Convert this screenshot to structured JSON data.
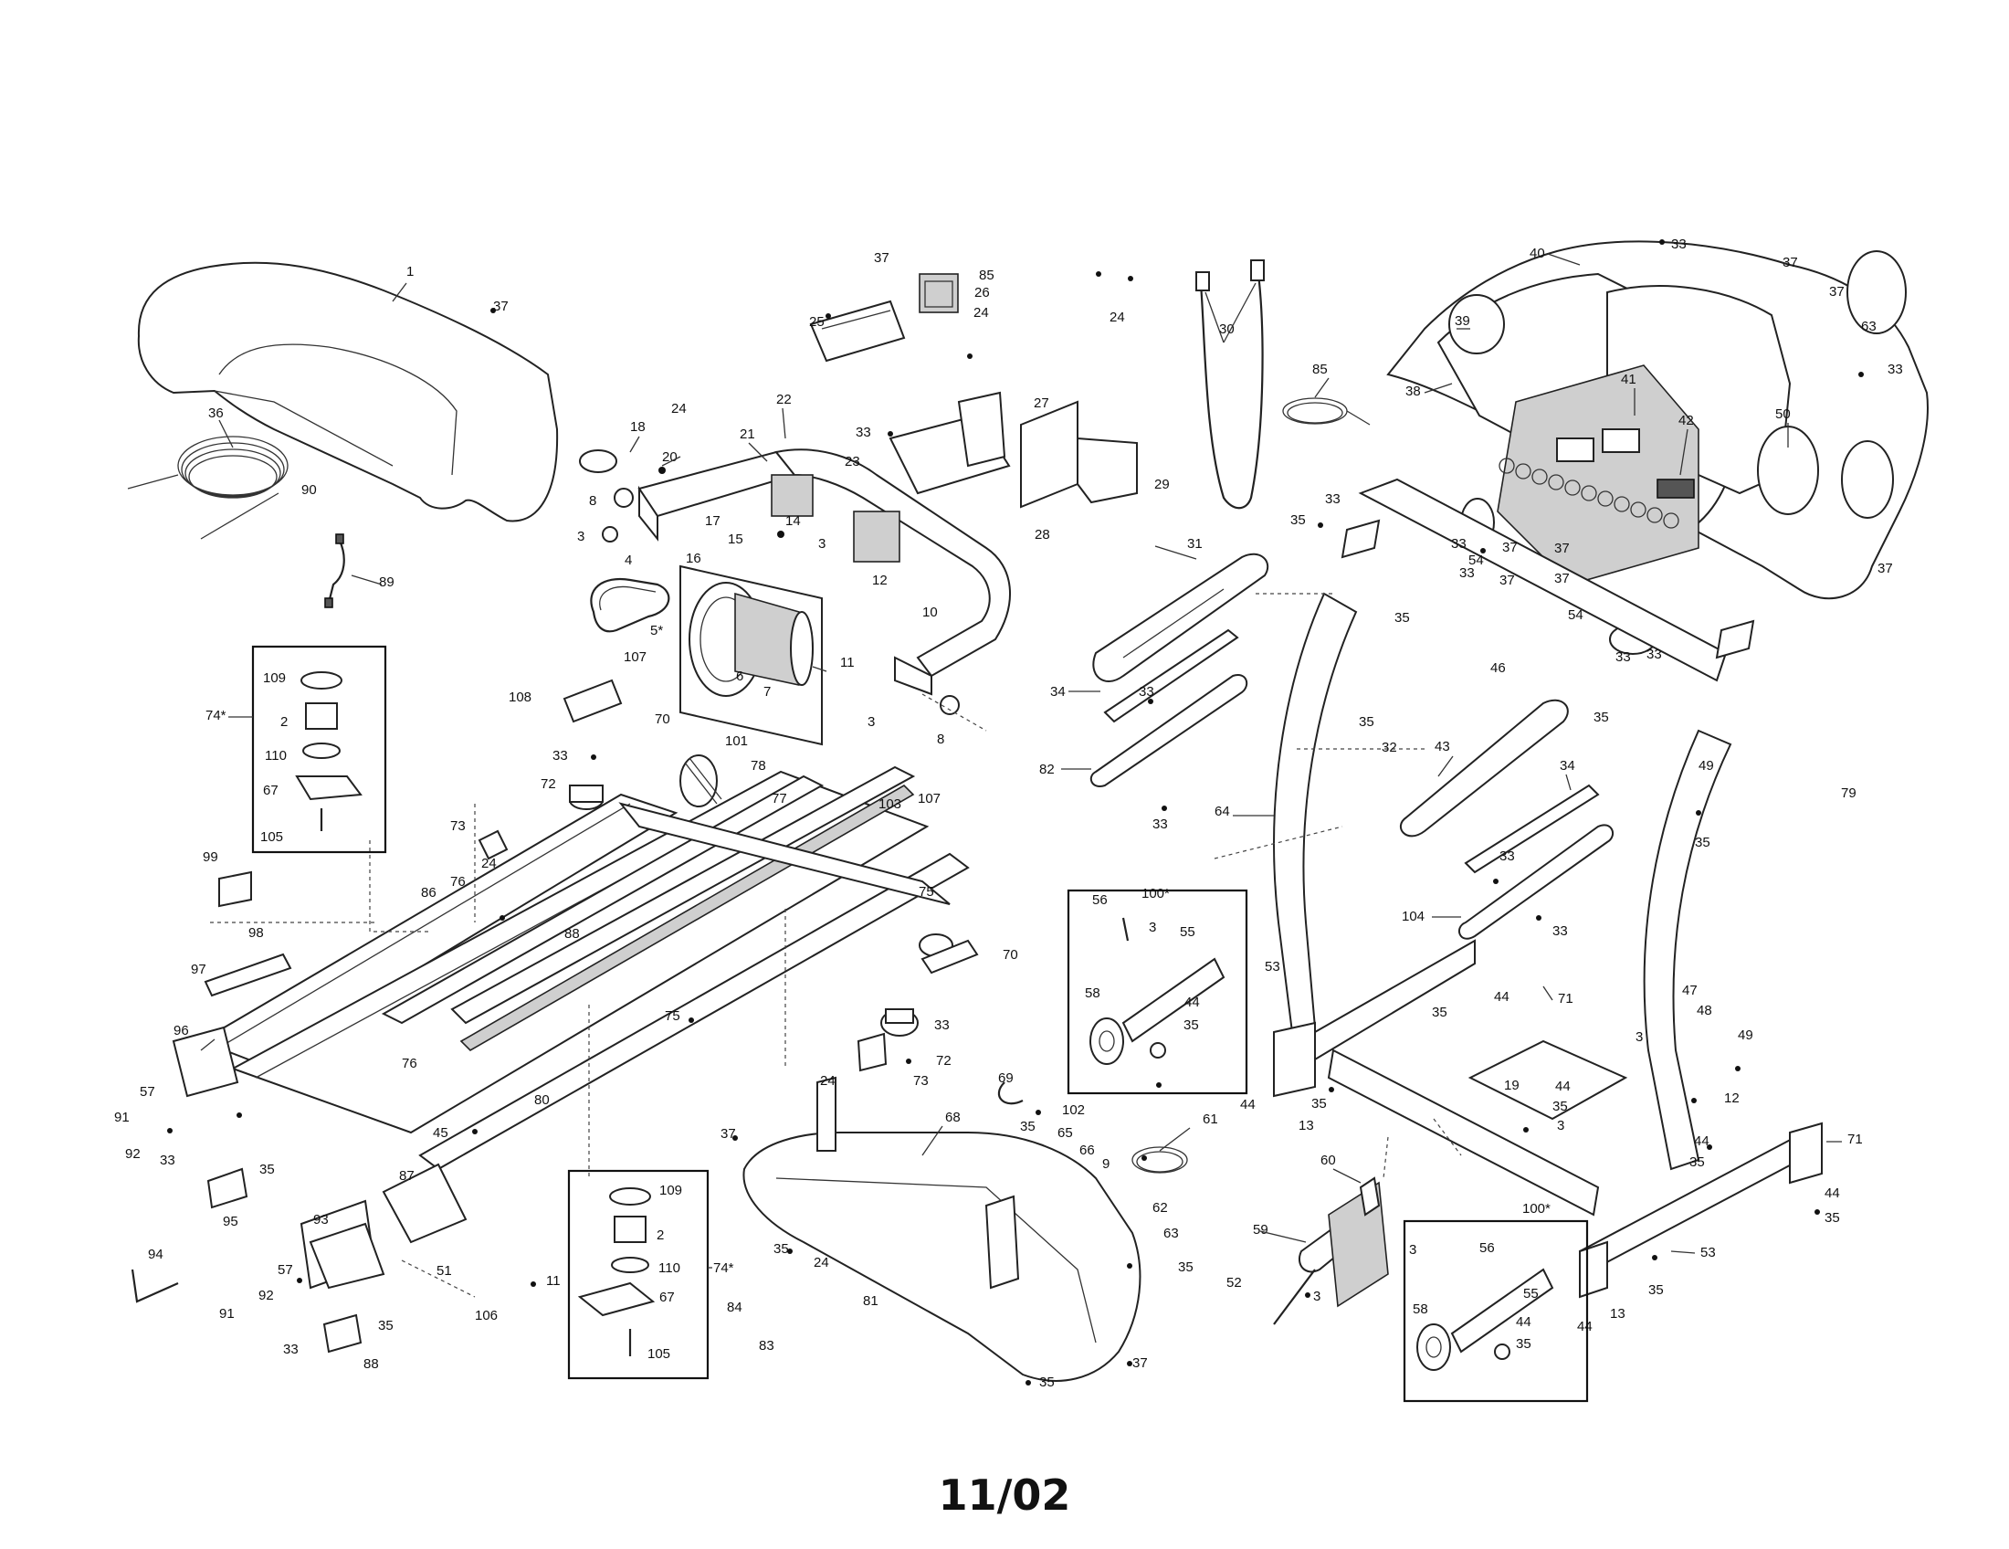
{
  "footer": {
    "date": "11/02"
  },
  "callouts": {
    "c1": "1",
    "c37a": "37",
    "c36": "36",
    "c90": "90",
    "c89": "89",
    "c18": "18",
    "c24a": "24",
    "c22": "22",
    "c21": "21",
    "c20": "20",
    "c8a": "8",
    "c3a": "3",
    "c17": "17",
    "c15": "15",
    "c14": "14",
    "c3b": "3",
    "c16": "16",
    "c4": "4",
    "c5": "5*",
    "c6": "6",
    "c7": "7",
    "c12a": "12",
    "c10": "10",
    "c11a": "11",
    "c3c": "3",
    "c8b": "8",
    "c37b": "37",
    "c85a": "85",
    "c25": "25",
    "c26": "26",
    "c24b": "24",
    "c33a": "33",
    "c23": "23",
    "c24c": "24",
    "c27": "27",
    "c28": "28",
    "c29": "29",
    "c30": "30",
    "c85b": "85",
    "c40": "40",
    "c33b": "33",
    "c37c": "37",
    "c39": "39",
    "c37d": "37",
    "c63a": "63",
    "c33c": "33",
    "c38": "38",
    "c41": "41",
    "c42": "42",
    "c50": "50",
    "c33d": "33",
    "c35a": "35",
    "c33e": "33",
    "c54a": "54",
    "c37e": "37",
    "c33f": "33",
    "c37f": "37",
    "c37g": "37",
    "c37h": "37",
    "c37i": "37",
    "c31": "31",
    "c35b": "35",
    "c46": "46",
    "c54b": "54",
    "c33g": "33",
    "c34a": "34",
    "c33h": "33",
    "c82": "82",
    "c33i": "33",
    "c35c": "35",
    "c32": "32",
    "c33j": "33",
    "c35d": "35",
    "c49a": "49",
    "c79": "79",
    "c43": "43",
    "c34b": "34",
    "c33k": "33",
    "c64": "64",
    "c35e": "35",
    "c104": "104",
    "c33l": "33",
    "c109a": "109",
    "c2a": "2",
    "c110a": "110",
    "c67a": "67",
    "c105a": "105",
    "c74a": "74*",
    "c107a": "107",
    "c108": "108",
    "c70a": "70",
    "c101": "101",
    "c78": "78",
    "c33m": "33",
    "c72a": "72",
    "c77": "77",
    "c103": "103",
    "c107b": "107",
    "c73a": "73",
    "c24d": "24",
    "c86a": "86",
    "c76a": "76",
    "c88a": "88",
    "c99": "99",
    "c98": "98",
    "c97": "97",
    "c75a": "75",
    "c70b": "70",
    "c96": "96",
    "c75b": "75",
    "c33n": "33",
    "c76b": "76",
    "c72b": "72",
    "c24e": "24",
    "c73b": "73",
    "c80": "80",
    "c45": "45",
    "c57a": "57",
    "c91a": "91",
    "c92a": "92",
    "c33o": "33",
    "c35f": "35",
    "c95": "95",
    "c94": "94",
    "c93": "93",
    "c57b": "57",
    "c92b": "92",
    "c91b": "91",
    "c33p": "33",
    "c35g": "35",
    "c88b": "88",
    "c87": "87",
    "c51": "51",
    "c11b": "11",
    "c106": "106",
    "c109b": "109",
    "c2b": "2",
    "c110b": "110",
    "c67b": "67",
    "c105b": "105",
    "c74b": "74*",
    "c37j": "37",
    "c68": "68",
    "c35h": "35",
    "c24f": "24",
    "c81": "81",
    "c84": "84",
    "c83": "83",
    "c69a": "69",
    "c35i": "35",
    "c102": "102",
    "c65": "65",
    "c66": "66",
    "c9": "9",
    "c61": "61",
    "c62": "62",
    "c63b": "63",
    "c35j": "35",
    "c37k": "37",
    "c35k": "35",
    "c100a": "100*",
    "c56a": "56",
    "c3d": "3",
    "c55a": "55",
    "c58a": "58",
    "c44a": "44",
    "c35l": "35",
    "c53a": "53",
    "c44b": "44",
    "c35m": "35",
    "c71a": "71",
    "c44c": "44",
    "c35n": "35",
    "c13a": "13",
    "c19": "19",
    "c44d": "44",
    "c35o": "35",
    "c3e": "3",
    "c47": "47",
    "c48": "48",
    "c49b": "49",
    "c3f": "3",
    "c12b": "12",
    "c44e": "44",
    "c35p": "35",
    "c71b": "71",
    "c44f": "44",
    "c35q": "35",
    "c60": "60",
    "c59": "59",
    "c52": "52",
    "c3g": "3",
    "c100b": "100*",
    "c3h": "3",
    "c56b": "56",
    "c55b": "55",
    "c58b": "58",
    "c44g": "44",
    "c35r": "35",
    "c53b": "53",
    "c35s": "35",
    "c44h": "44",
    "c13b": "13"
  }
}
